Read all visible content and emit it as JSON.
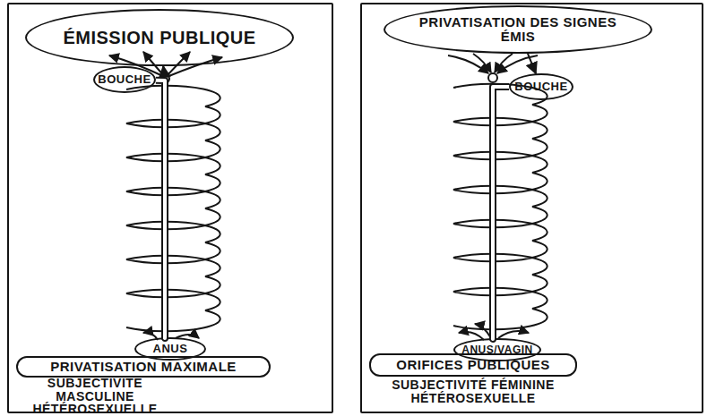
{
  "diagram": {
    "nodes": [
      {
        "text": [
          "SUBJECTIVITÉ MASCULINE HÉTÉROSEXUELLE"
        ]
      },
      {
        "text": [
          "ÉMISSION PUBLIQUE"
        ],
        "in": 0
      },
      {
        "text": [
          "BOUCHE"
        ],
        "in": 0
      },
      {
        "text": [
          "ANUS"
        ],
        "in": 0
      },
      {
        "text": [
          "PRIVATISATION MAXIMALE"
        ],
        "in": 0
      },
      {
        "text": [
          "SUBJECTIVITÉ FÉMININE HÉTÉROSEXUELLE"
        ]
      },
      {
        "text": [
          "PRIVATISATION DES SIGNES ÉMIS"
        ],
        "in": 5
      },
      {
        "text": [
          "BOUCHE"
        ],
        "in": 5
      },
      {
        "text": [
          "ANUS/VAGIN"
        ],
        "in": 5
      },
      {
        "text": [
          "ORIFICES PUBLIQUES"
        ],
        "in": 5
      }
    ],
    "edges": [
      {
        "from": 2,
        "to": 1,
        "arrow": "to"
      },
      {
        "from": 2,
        "to": 3,
        "arrow": "none"
      },
      {
        "from": 6,
        "to": 7,
        "arrow": "to"
      },
      {
        "from": 7,
        "to": 8,
        "arrow": "none"
      }
    ]
  }
}
